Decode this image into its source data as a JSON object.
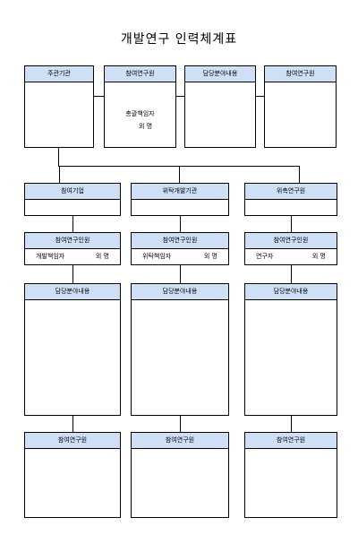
{
  "title": "개발연구 인력체계표",
  "top": [
    {
      "label": "주관기관"
    },
    {
      "label": "참여연구원",
      "role": "총괄책임자",
      "name_label": "외    명"
    },
    {
      "label": "담당분야내용"
    },
    {
      "label": "참여연구원"
    }
  ],
  "orgs": [
    "참여기업",
    "위탁개발기관",
    "위촉연구원"
  ],
  "staff": [
    {
      "label": "참여연구인원",
      "role": "개발책임자",
      "name_label": "외    명"
    },
    {
      "label": "참여연구인원",
      "role": "위탁책임자",
      "name_label": "외    명"
    },
    {
      "label": "참여연구인원",
      "role": "연구자",
      "name_label": "외    명"
    }
  ],
  "duties": [
    "담당분야내용",
    "담당분야내용",
    "담당분야내용"
  ],
  "researchers": [
    "참여연구원",
    "참여연구원",
    "참여연구원"
  ]
}
